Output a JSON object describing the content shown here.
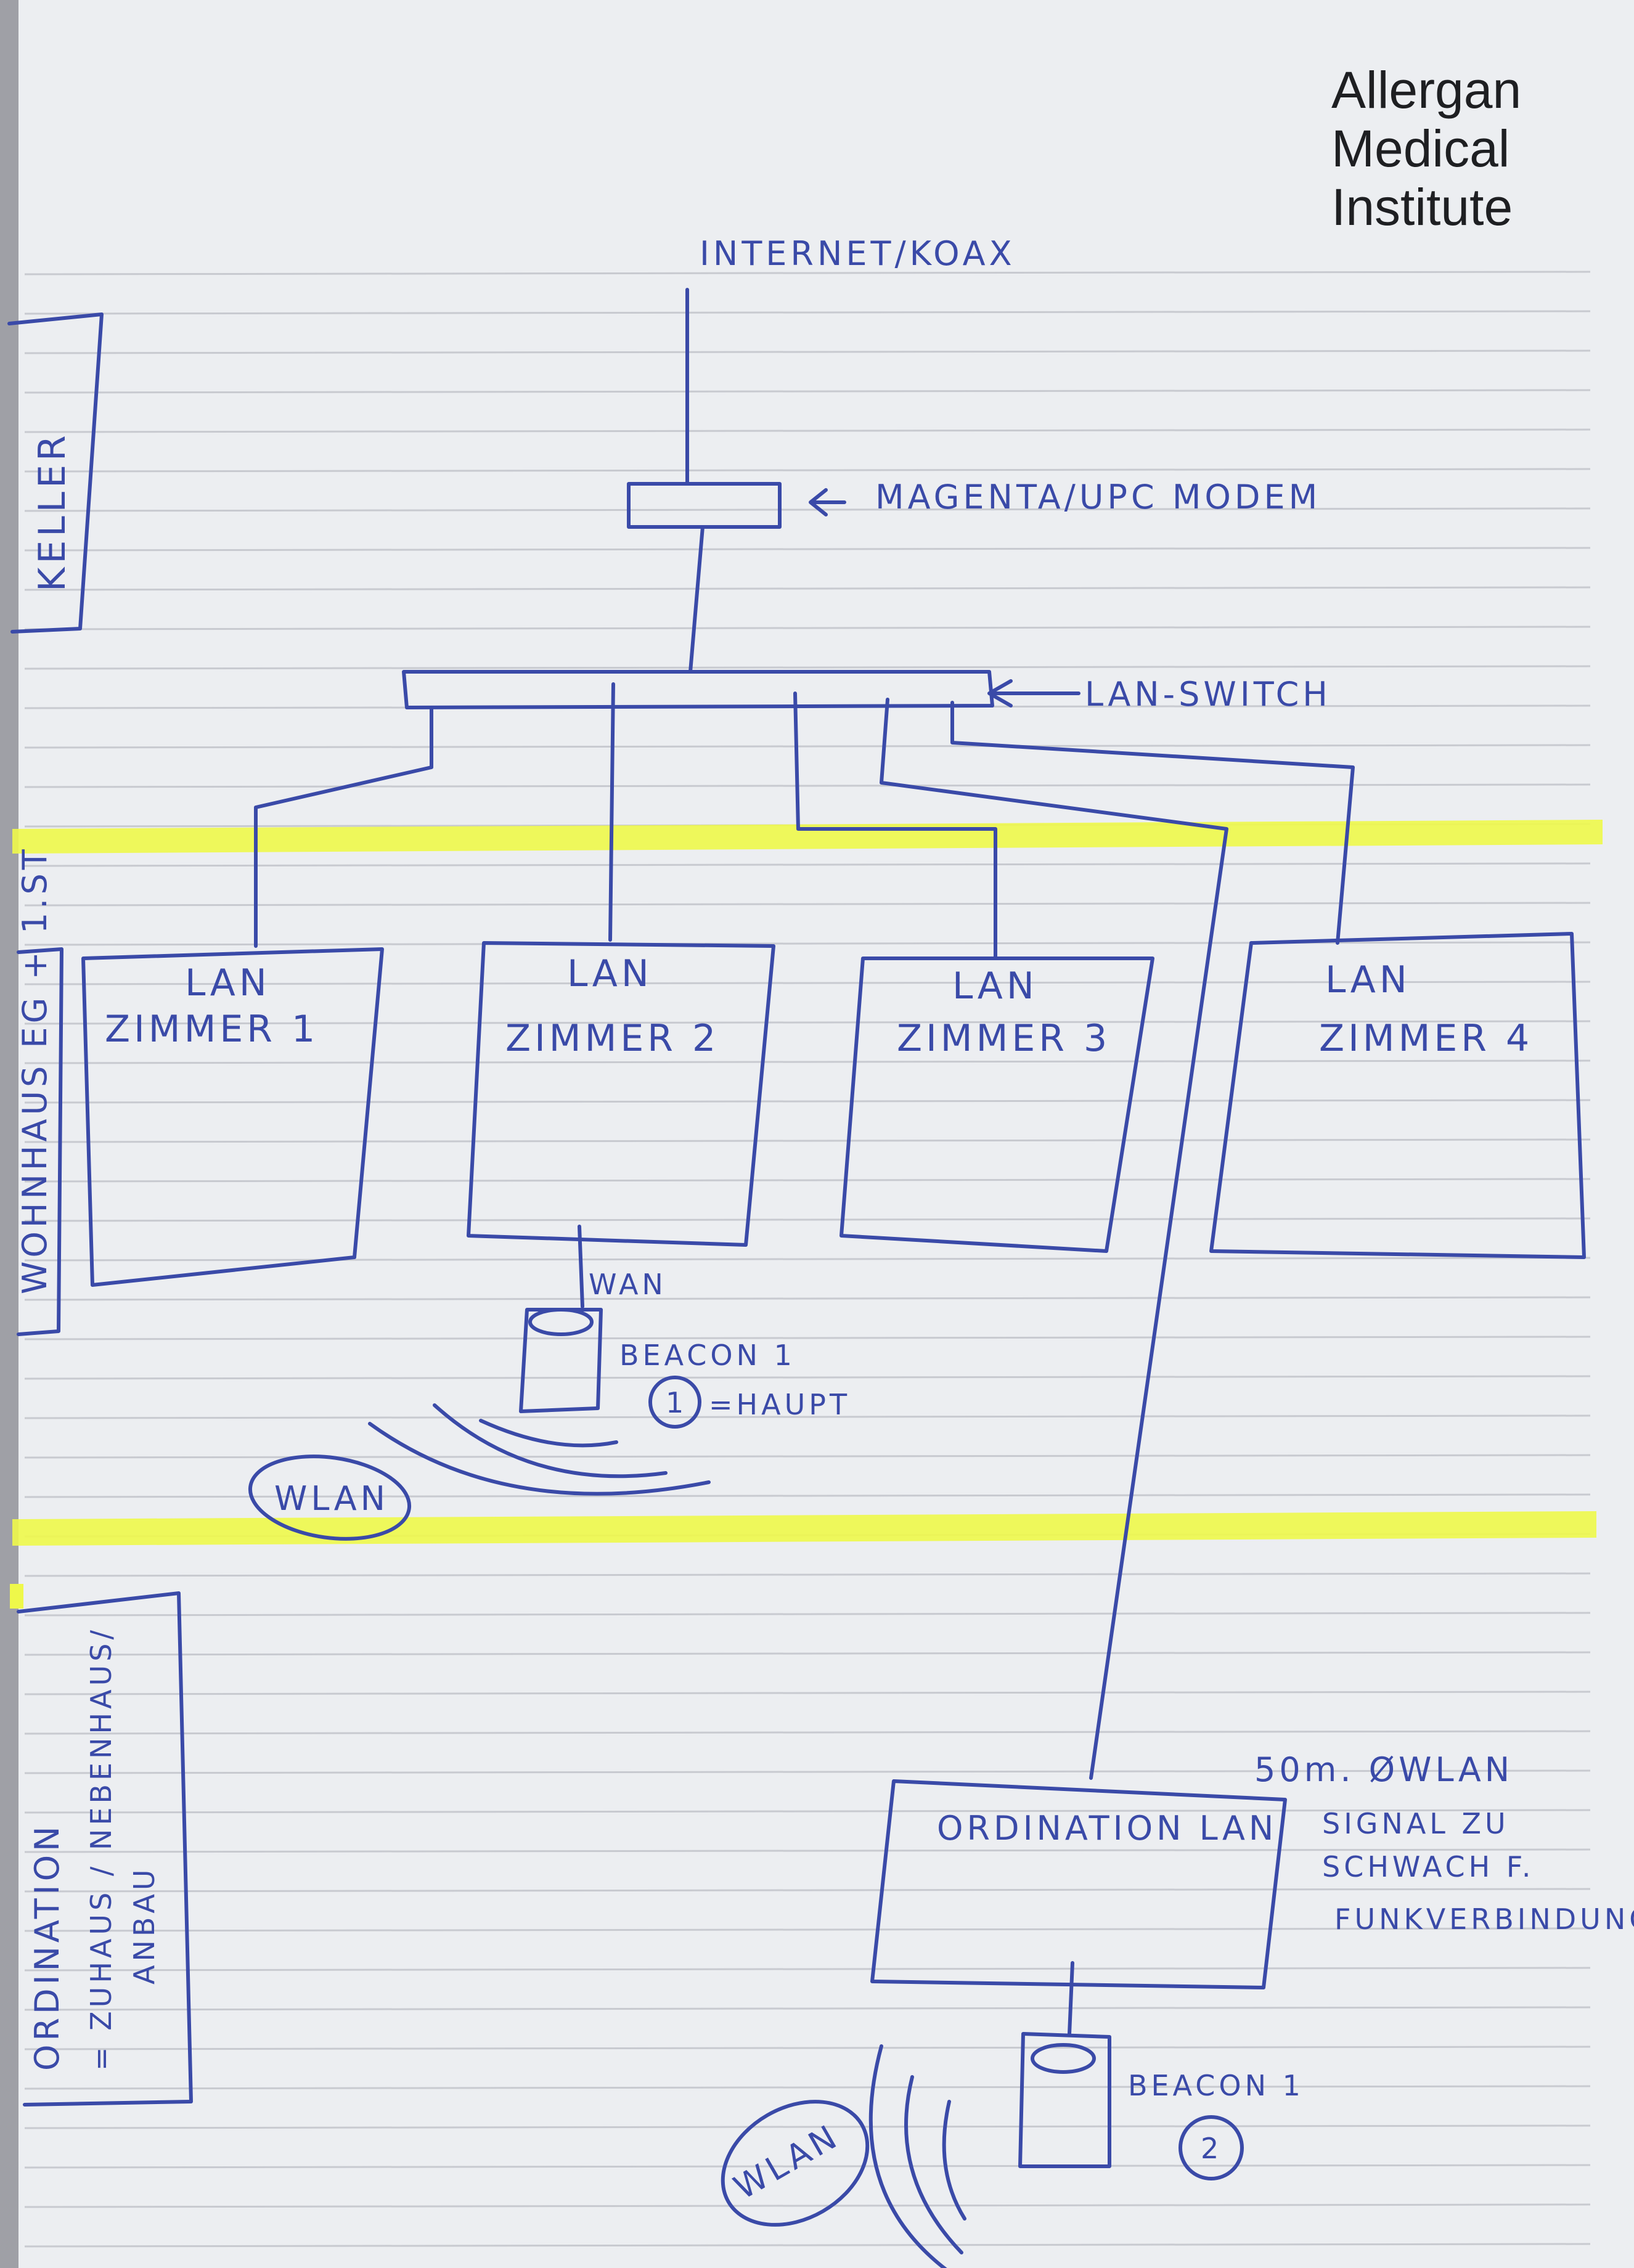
{
  "logo": {
    "line1": "Allergan",
    "line2": "Medical",
    "line3": "Institute"
  },
  "internet_label": "INTERNET/KOAX",
  "modem_label": "MAGENTA/UPC MODEM",
  "switch_label": "LAN-SWITCH",
  "zones": {
    "keller": "KELLER",
    "wohnhaus": "WOHNHAUS EG + 1.ST",
    "ordination_1": "ORDINATION",
    "ordination_2": "= ZUHAUS / NEBENHAUS/",
    "ordination_3": "ANBAU"
  },
  "rooms": [
    {
      "line1": "LAN",
      "line2": "ZIMMER 1"
    },
    {
      "line1": "LAN",
      "line2": "ZIMMER 2"
    },
    {
      "line1": "LAN",
      "line2": "ZIMMER 3"
    },
    {
      "line1": "LAN",
      "line2": "ZIMMER 4"
    }
  ],
  "wan_label": "WAN",
  "beacon1": {
    "label": "BEACON 1",
    "badge": "1",
    "note": "=HAUPT"
  },
  "wlan_label_1": "WLAN",
  "ordination_box": "ORDINATION LAN",
  "note": {
    "line1": "50m. ØWLAN",
    "line2": "SIGNAL ZU",
    "line3": "SCHWACH F.",
    "line4": "FUNKVERBINDUNG"
  },
  "beacon2": {
    "label": "BEACON 1",
    "badge": "2"
  },
  "wlan_label_2": "WLAN",
  "colors": {
    "ink": "#3a4aa8",
    "highlighter": "#eef84a",
    "paper": "#eceef1",
    "rule": "#c8cad0"
  }
}
